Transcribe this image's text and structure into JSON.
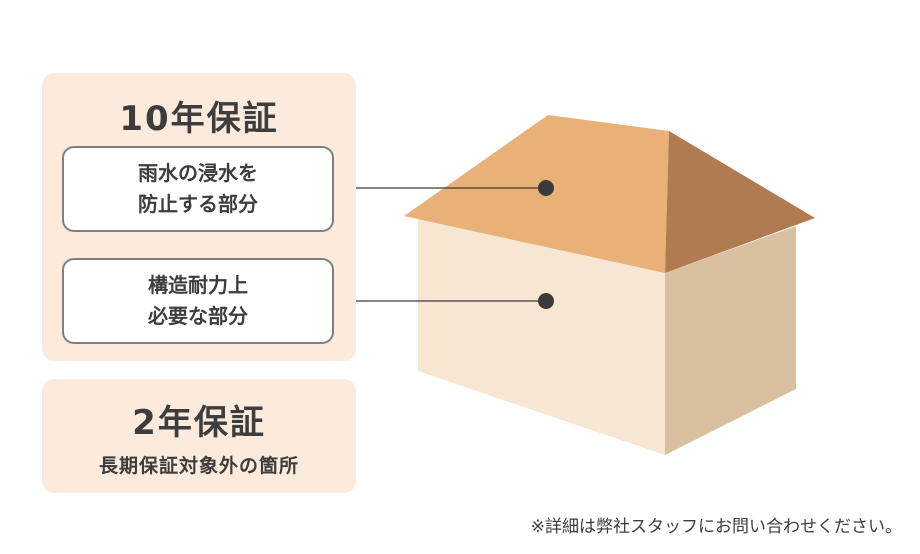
{
  "ten_year": {
    "title": "10年保証",
    "items": [
      {
        "line1": "雨水の浸水を",
        "line2": "防止する部分"
      },
      {
        "line1": "構造耐力上",
        "line2": "必要な部分"
      }
    ]
  },
  "two_year": {
    "title": "2年保証",
    "subtitle": "長期保証対象外の箇所"
  },
  "footnote": "※詳細は弊社スタッフにお問い合わせください。",
  "colors": {
    "panel_bg": "#fcebdc",
    "roof_light": "#e9b177",
    "roof_dark": "#b07b50",
    "wall_front": "#f6e6d2",
    "wall_side": "#d8c0a0",
    "connector": "#3a3a3a"
  }
}
